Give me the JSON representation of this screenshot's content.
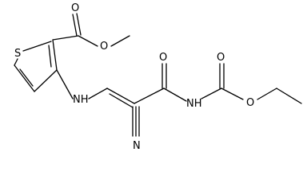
{
  "molecule": {
    "atoms": {
      "carbonyl_o_ester": "O",
      "ester_o": "O",
      "ring_s": "S",
      "amine_nh": "NH",
      "amide_o": "O",
      "carbamate_o": "O",
      "imide_nh": "NH",
      "ethoxy_o": "O",
      "nitrile_n": "N"
    },
    "colors": {
      "ink": "#000000",
      "background": "#ffffff"
    }
  }
}
